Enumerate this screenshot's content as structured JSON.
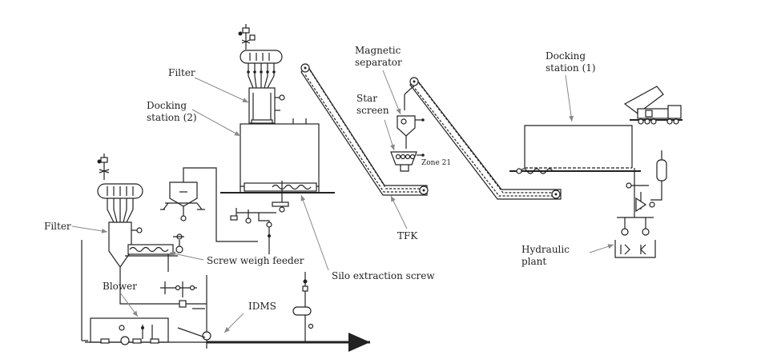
{
  "labels": {
    "filter_top": "Filter",
    "docking_station_2": "Docking\nstation (2)",
    "magnetic_separator": "Magnetic\nseparator",
    "star_screen": "Star\nscreen",
    "zone_21": "Zone 21",
    "docking_station_1": "Docking\nstation (1)",
    "filter_left": "Filter",
    "screw_weigh_feeder": "Screw weigh feeder",
    "tfk": "TFK",
    "hydraulic_plant": "Hydraulic\nplant",
    "silo_extraction_screw": "Silo extraction screw",
    "blower": "Blower",
    "idms": "IDMS"
  }
}
